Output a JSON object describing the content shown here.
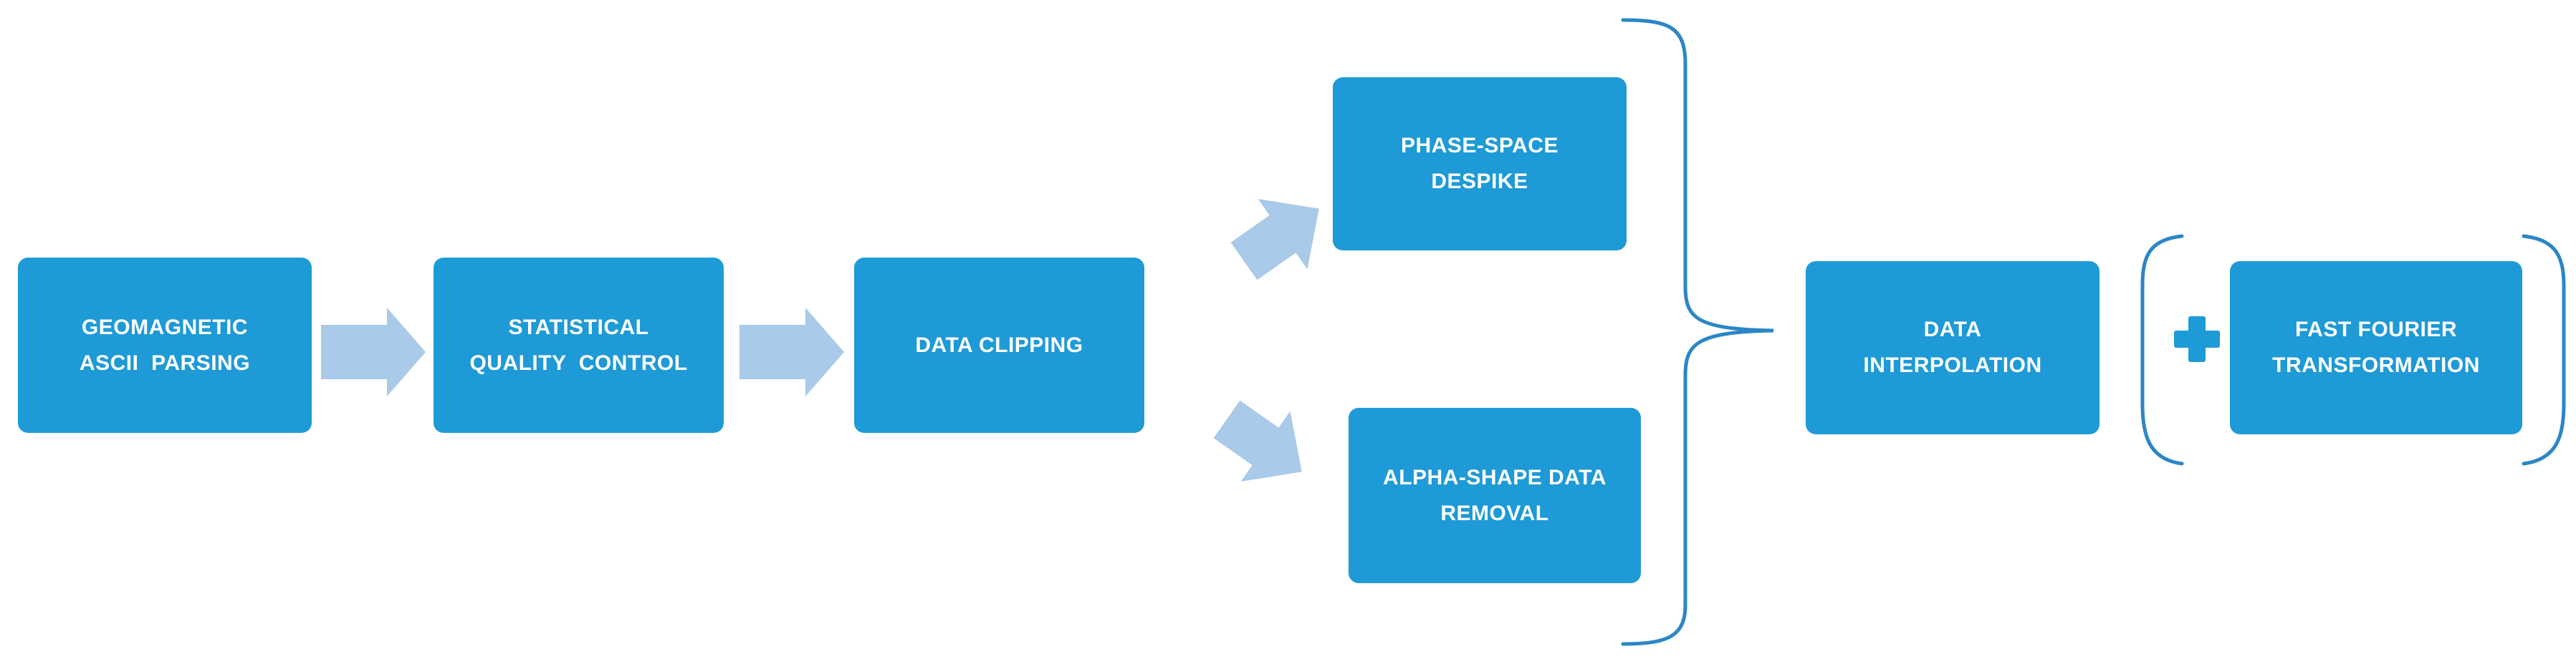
{
  "colors": {
    "box_fill": "#1e9ad6",
    "box_text": "#ffffff",
    "arrow_fill": "#a9cae8",
    "bracket_stroke": "#2b86c6",
    "plus_fill": "#1e9ad6"
  },
  "boxes": [
    {
      "id": "geomagnetic-ascii-parsing",
      "lines": [
        "GEOMAGNETIC",
        "ASCII  PARSING"
      ]
    },
    {
      "id": "statistical-quality-control",
      "lines": [
        "STATISTICAL",
        "QUALITY  CONTROL"
      ]
    },
    {
      "id": "data-clipping",
      "lines": [
        "DATA CLIPPING"
      ]
    },
    {
      "id": "phase-space-despike",
      "lines": [
        "PHASE-SPACE",
        "DESPIKE"
      ]
    },
    {
      "id": "alpha-shape-data-removal",
      "lines": [
        "ALPHA-SHAPE DATA",
        "REMOVAL"
      ]
    },
    {
      "id": "data-interpolation",
      "lines": [
        "DATA",
        "INTERPOLATION"
      ]
    },
    {
      "id": "fast-fourier-transformation",
      "lines": [
        "FAST FOURIER",
        "TRANSFORMATION"
      ]
    }
  ],
  "icons": {
    "plus": "plus-icon",
    "flow_arrow": "arrow-right-icon",
    "branch_arrow": "arrow-diagonal-icon",
    "curly_brace": "curly-brace-icon",
    "parenthesis": "parenthesis-icon"
  }
}
